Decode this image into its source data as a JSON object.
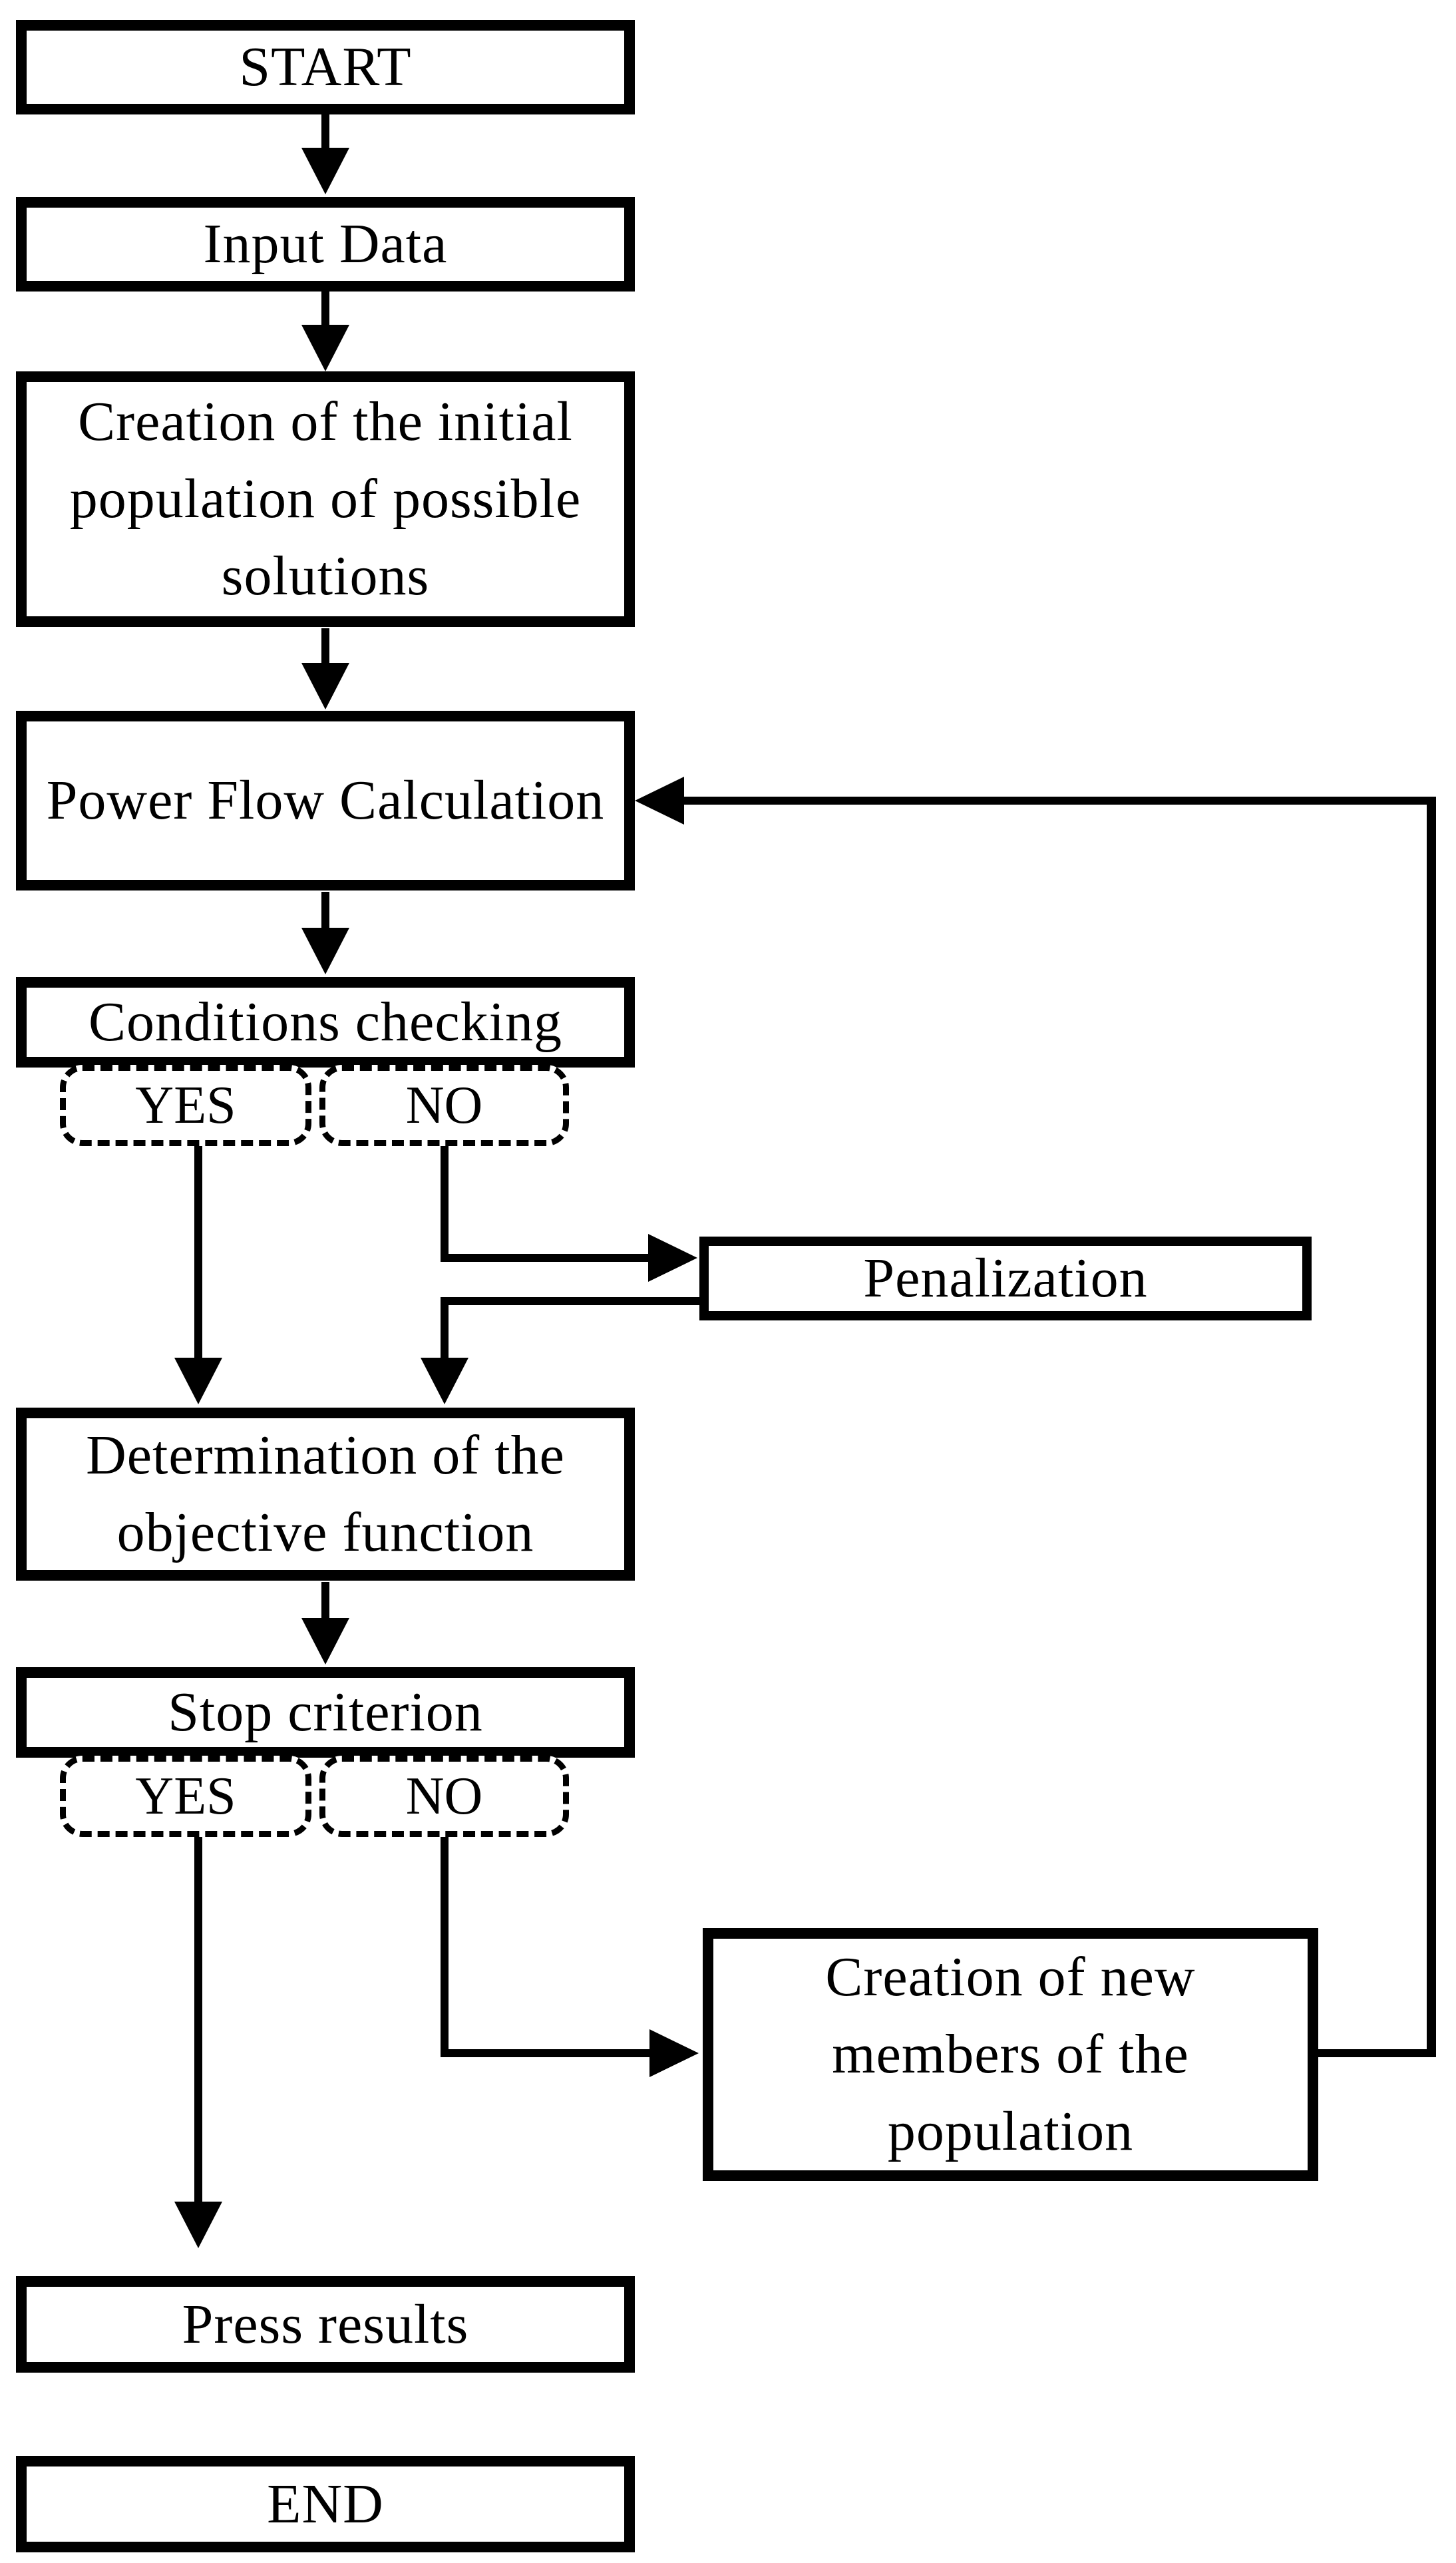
{
  "diagram": {
    "title": "Genetic algorithm power flow optimization flowchart",
    "colors": {
      "line": "#000000",
      "box_fill": "#ffffff",
      "background": "#ffffff"
    },
    "nodes": {
      "start": {
        "label": "START"
      },
      "input_data": {
        "label": "Input Data"
      },
      "creation_initial": {
        "label": "Creation of the initial\npopulation of possible\nsolutions"
      },
      "power_flow": {
        "label": "Power Flow Calculation"
      },
      "conditions_checking": {
        "label": "Conditions checking"
      },
      "conditions_yes": {
        "label": "YES"
      },
      "conditions_no": {
        "label": "NO"
      },
      "penalization": {
        "label": "Penalization"
      },
      "determination": {
        "label": "Determination of the\nobjective function"
      },
      "stop_criterion": {
        "label": "Stop criterion"
      },
      "stop_yes": {
        "label": "YES"
      },
      "stop_no": {
        "label": "NO"
      },
      "creation_new": {
        "label": "Creation of new\nmembers of the\npopulation"
      },
      "press_results": {
        "label": "Press results"
      },
      "end": {
        "label": "END"
      }
    }
  }
}
